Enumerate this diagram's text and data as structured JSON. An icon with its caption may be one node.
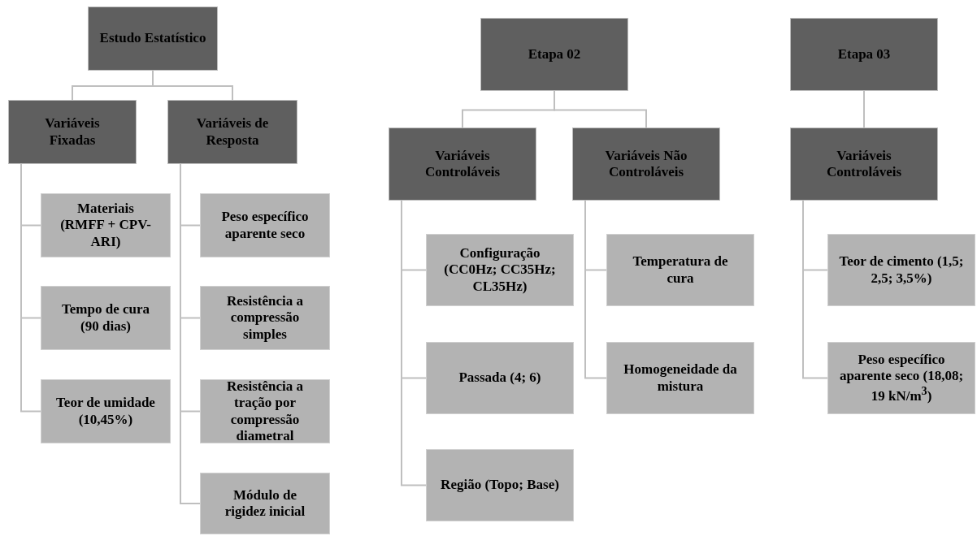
{
  "diagram": {
    "nodes": [
      {
        "text": [
          "Estudo Estatístico"
        ]
      },
      {
        "text": [
          "Variáveis Fixadas"
        ]
      },
      {
        "text": [
          "Variáveis de Resposta"
        ]
      },
      {
        "text": [
          "Materiais (RMFF + CPV-ARI)"
        ]
      },
      {
        "text": [
          "Tempo de cura (90 dias)"
        ]
      },
      {
        "text": [
          "Teor de umidade (10,45%)"
        ]
      },
      {
        "text": [
          "Peso específico aparente seco"
        ]
      },
      {
        "text": [
          "Resistência a compressão simples"
        ]
      },
      {
        "text": [
          "Resistência a tração por compressão diametral"
        ]
      },
      {
        "text": [
          "Módulo de rigidez inicial"
        ]
      },
      {
        "text": [
          "Etapa 02"
        ]
      },
      {
        "text": [
          "Variáveis Controláveis"
        ]
      },
      {
        "text": [
          "Variáveis Não Controláveis"
        ]
      },
      {
        "text": [
          "Configuração (CC0Hz; CC35Hz; CL35Hz)"
        ]
      },
      {
        "text": [
          "Passada (4; 6)"
        ]
      },
      {
        "text": [
          "Região (Topo; Base)"
        ]
      },
      {
        "text": [
          "Temperatura de cura"
        ]
      },
      {
        "text": [
          "Homogeneidade da mistura"
        ]
      },
      {
        "text": [
          "Etapa 03"
        ]
      },
      {
        "text": [
          "Variáveis Controláveis"
        ]
      },
      {
        "text": [
          "Teor de cimento (1,5; 2,5; 3,5%)"
        ]
      },
      {
        "text": [
          "Peso específico aparente seco (18,08; 19 kN/m$^{3}$)"
        ]
      }
    ],
    "edges": [
      {
        "from": 0,
        "to": 1,
        "arrow": "none"
      },
      {
        "from": 0,
        "to": 2,
        "arrow": "none"
      },
      {
        "from": 1,
        "to": 3,
        "arrow": "none"
      },
      {
        "from": 1,
        "to": 4,
        "arrow": "none"
      },
      {
        "from": 1,
        "to": 5,
        "arrow": "none"
      },
      {
        "from": 2,
        "to": 6,
        "arrow": "none"
      },
      {
        "from": 2,
        "to": 7,
        "arrow": "none"
      },
      {
        "from": 2,
        "to": 8,
        "arrow": "none"
      },
      {
        "from": 2,
        "to": 9,
        "arrow": "none"
      },
      {
        "from": 10,
        "to": 11,
        "arrow": "none"
      },
      {
        "from": 10,
        "to": 12,
        "arrow": "none"
      },
      {
        "from": 11,
        "to": 13,
        "arrow": "none"
      },
      {
        "from": 11,
        "to": 14,
        "arrow": "none"
      },
      {
        "from": 11,
        "to": 15,
        "arrow": "none"
      },
      {
        "from": 12,
        "to": 16,
        "arrow": "none"
      },
      {
        "from": 12,
        "to": 17,
        "arrow": "none"
      },
      {
        "from": 18,
        "to": 19,
        "arrow": "none"
      },
      {
        "from": 19,
        "to": 20,
        "arrow": "none"
      },
      {
        "from": 19,
        "to": 21,
        "arrow": "none"
      }
    ]
  }
}
